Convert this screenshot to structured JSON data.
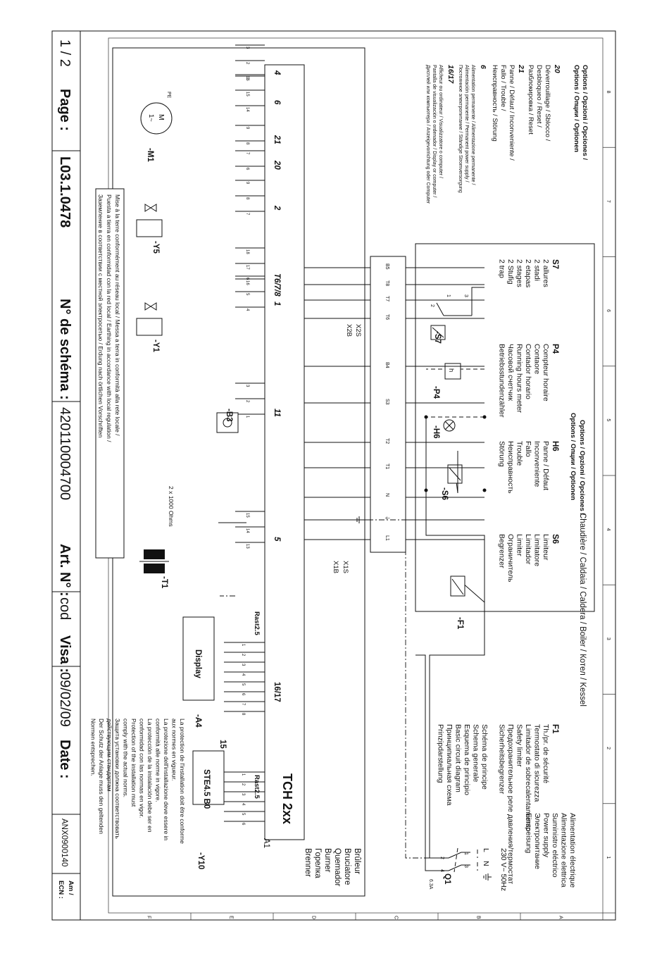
{
  "supply": {
    "label_lines": [
      "Alimentation électrique",
      "Alimentazione elettrica",
      "Suministro eléctrico",
      "Power supply",
      "Электропитание",
      "Einspeisung"
    ],
    "voltage": "230 V~  50Hz",
    "L": "L",
    "N": "N",
    "q1": "Q1",
    "q1_rating": "6.3A",
    "q1_pins": [
      "1",
      "2",
      "3",
      "4"
    ]
  },
  "boiler": {
    "title": "Chaudière / Caldaia / Caldera / Boiler / Котел / Kessel",
    "f1": {
      "code": "F1",
      "lines": [
        "Th./pr. de sécurité",
        "Termostato di sicurezza",
        "Limitador de sobrecalentamiento",
        "Safety limiter",
        "Предохранительное реле давления/термостат",
        "Sicherheitsbegrenzer"
      ]
    },
    "s6": {
      "code": "S6",
      "lines": [
        "Limiteur",
        "Limitatore",
        "Limitador",
        "Limiter",
        "Ограничитель",
        "Begrenzer"
      ]
    },
    "schema_lines": [
      "Schéma de principe",
      "Schema generale",
      "Esquema de principio",
      "Basic circuit diagram",
      "Принципиальная схема",
      "Prinzipdarstellung"
    ]
  },
  "options_main": {
    "title_1": "Options / Opzioni / Opciones /",
    "title_2": "Options / Опции / Optionen",
    "h6": {
      "code": "H6",
      "lines": [
        "Panne / Défaut",
        "Inconveniente",
        "Fallo",
        "Trouble",
        "Неисправность",
        "Störung"
      ]
    },
    "p4": {
      "code": "P4",
      "lines": [
        "Compteur horaire",
        "Contaore",
        "Contador horario",
        "Running hours meter",
        "Часовой счетчик",
        "Betriebsstundenzähler"
      ]
    },
    "s7": {
      "code": "S7",
      "lines": [
        "2 allures",
        "2 stadi",
        "2 etapas",
        "2 stages",
        "2 Stufig",
        "2 trap"
      ]
    }
  },
  "options_right": {
    "title_1": "Options / Opzioni / Opciones /",
    "title_2": "Options / Опции / Optionen",
    "o20": {
      "code": "20",
      "lines": [
        "Déverrouillage / Sblocco /",
        "Desbloqueo / Reset /",
        "Разблокировка / Reset"
      ]
    },
    "o21": {
      "code": "21",
      "lines": [
        "Panne / Défaut / Inconveniente /",
        "Fallo / Trouble /",
        "Неисправность / Störung"
      ]
    },
    "o6": {
      "code": "6",
      "lines": [
        "Alimentation permanente / Alimentazione permanente /",
        "Alimentación permanente / Permanent power supply /",
        "Постоянное электропитание / Ständige Stromversorgung"
      ]
    },
    "o1617": {
      "code": "16/17",
      "lines": [
        "Afficheur ou ordinateur / Visualizzatore o computer /",
        "Pantalla de visualización o ordenador / Display or computer /",
        "Дисплей или компьютера / Anzeigevorrichtung oder Computer"
      ]
    }
  },
  "burner": {
    "label_lines": [
      "Brûleur",
      "Bruciatore",
      "Quemador",
      "Burner",
      "Горелка",
      "Brenner"
    ],
    "a1": "A1",
    "tch": "TCH 2xx",
    "y10": "-Y10",
    "ste": "STE4.5 B0",
    "conn15": "15",
    "rast": "Rast2.5",
    "conn1617": "16/17",
    "display": "Display",
    "a4": "-A4",
    "t1": "-T1",
    "ohms": "2 x 1000 Ohms",
    "b3": "-B3",
    "y1": "-Y1",
    "y5": "-Y5",
    "m1": "-M1",
    "motor_m": "M",
    "motor_ph": "1~",
    "pe": "PE",
    "gnd_note": [
      "Mise à la terre conformément au réseau local / Messa a terra in conformità alla rete locale /",
      "Puesta a tierra en conformidad con la red local / Earthing in accordance with local regulation /",
      "Заземление в соответствии с местной электросетью / Erdung nach örtlichen Vorschriften"
    ],
    "install_note": [
      "La protection de l'installation doit être conforme",
      "aux normes en vigueur.",
      "La protezione dell'installazione deve essere in",
      "conformità alle norme in vigore.",
      "La protección de la instalación debe ser en",
      "conformidad con las normas en vigor.",
      "Protection of the installation must",
      "comply with the actual norms.",
      "Защита установки должна соответствовать",
      "действующим стандартам",
      "Der Schutz der Anlage muss den geltenden",
      "Normen entsprechen."
    ]
  },
  "terminals": {
    "x1s": "X1S",
    "x1b": "X1B",
    "x2s": "X2S",
    "x2b": "X2B",
    "row": [
      "L1",
      "⏚",
      "N",
      "T1",
      "T2",
      "S3",
      "B4",
      "T6",
      "T7",
      "T8",
      "B5"
    ],
    "groups": [
      "5",
      "11",
      "1",
      "T6/7/8",
      "2",
      "20",
      "21",
      "6",
      "4"
    ]
  },
  "pins": {
    "p15": [
      "6",
      "5",
      "4",
      "3",
      "2",
      "1"
    ],
    "p1617": [
      "8",
      "7",
      "6",
      "5",
      "4",
      "3",
      "2",
      "1"
    ],
    "g5": [
      "13",
      "14",
      "15"
    ],
    "g11": [
      "1",
      "2",
      "3"
    ],
    "g1": [
      "4",
      "5",
      "6"
    ],
    "g678": [
      "16",
      "17",
      "18"
    ],
    "g2": [
      "7",
      "8",
      "9"
    ],
    "g20": [
      "6",
      "7"
    ],
    "g21": [
      "8",
      "9"
    ],
    "g6": [
      "14",
      "15",
      "16"
    ],
    "g4": [
      "1",
      "2",
      "3"
    ],
    "s7pins": [
      "1",
      "2",
      "3"
    ],
    "y1pins": [
      "1",
      "2"
    ],
    "motor": [
      "L",
      "N"
    ]
  },
  "labels": {
    "f1": "-F1",
    "s6": "-S6",
    "h6": "-H6",
    "p4": "-P4",
    "s7": "-S7",
    "h": "h"
  },
  "grid": {
    "cols": [
      "1",
      "2",
      "3",
      "4",
      "5",
      "6",
      "7",
      "8"
    ],
    "rows": [
      "A",
      "B",
      "C",
      "D",
      "E",
      "F"
    ]
  },
  "title_block": {
    "am": "Am /",
    "ecn": "ECN :",
    "ecn_value": "ANX0900140",
    "date_label": "Date :",
    "date": "09/02/09",
    "visa_label": "Visa :",
    "visa": "cod",
    "art_label": "Art. N° :",
    "art": "420110004700",
    "schema_label": "N° de schéma :",
    "schema": "L03.1.0478",
    "page_label": "Page :",
    "page": "1 / 2"
  }
}
